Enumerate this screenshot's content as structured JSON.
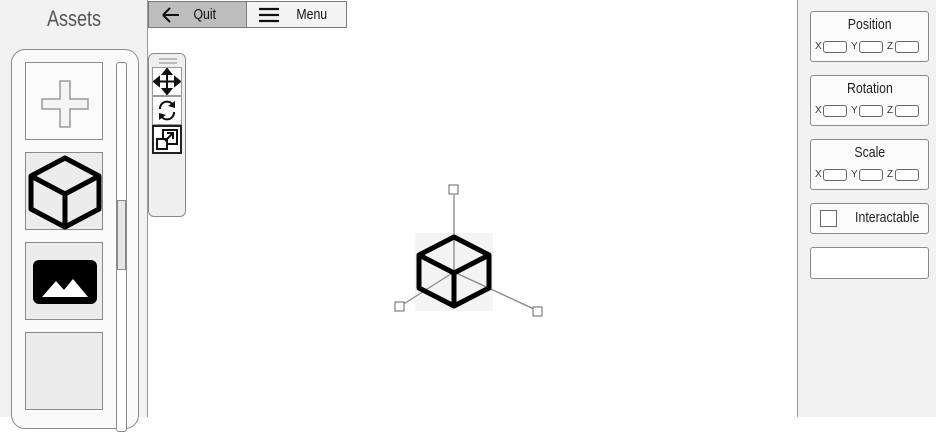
{
  "assets": {
    "title": "Assets",
    "items": [
      {
        "icon": "plus-icon"
      },
      {
        "icon": "cube-icon"
      },
      {
        "icon": "image-icon"
      },
      {
        "icon": ""
      }
    ]
  },
  "toolbar": {
    "quit_label": "Quit",
    "menu_label": "Menu"
  },
  "tools": [
    {
      "name": "move",
      "icon": "move-arrows-icon"
    },
    {
      "name": "rotate",
      "icon": "rotate-icon"
    },
    {
      "name": "scale",
      "icon": "scale-icon",
      "active": true
    }
  ],
  "properties": {
    "position": {
      "title": "Position",
      "axes": [
        "X",
        "Y",
        "Z"
      ],
      "values": [
        "",
        "",
        ""
      ]
    },
    "rotation": {
      "title": "Rotation",
      "axes": [
        "X",
        "Y",
        "Z"
      ],
      "values": [
        "",
        "",
        ""
      ]
    },
    "scale": {
      "title": "Scale",
      "axes": [
        "X",
        "Y",
        "Z"
      ],
      "values": [
        "",
        "",
        ""
      ]
    },
    "interactable": {
      "label": "Interactable",
      "checked": false
    },
    "extra_value": ""
  },
  "viewport": {
    "selected_object": "cube-icon"
  }
}
